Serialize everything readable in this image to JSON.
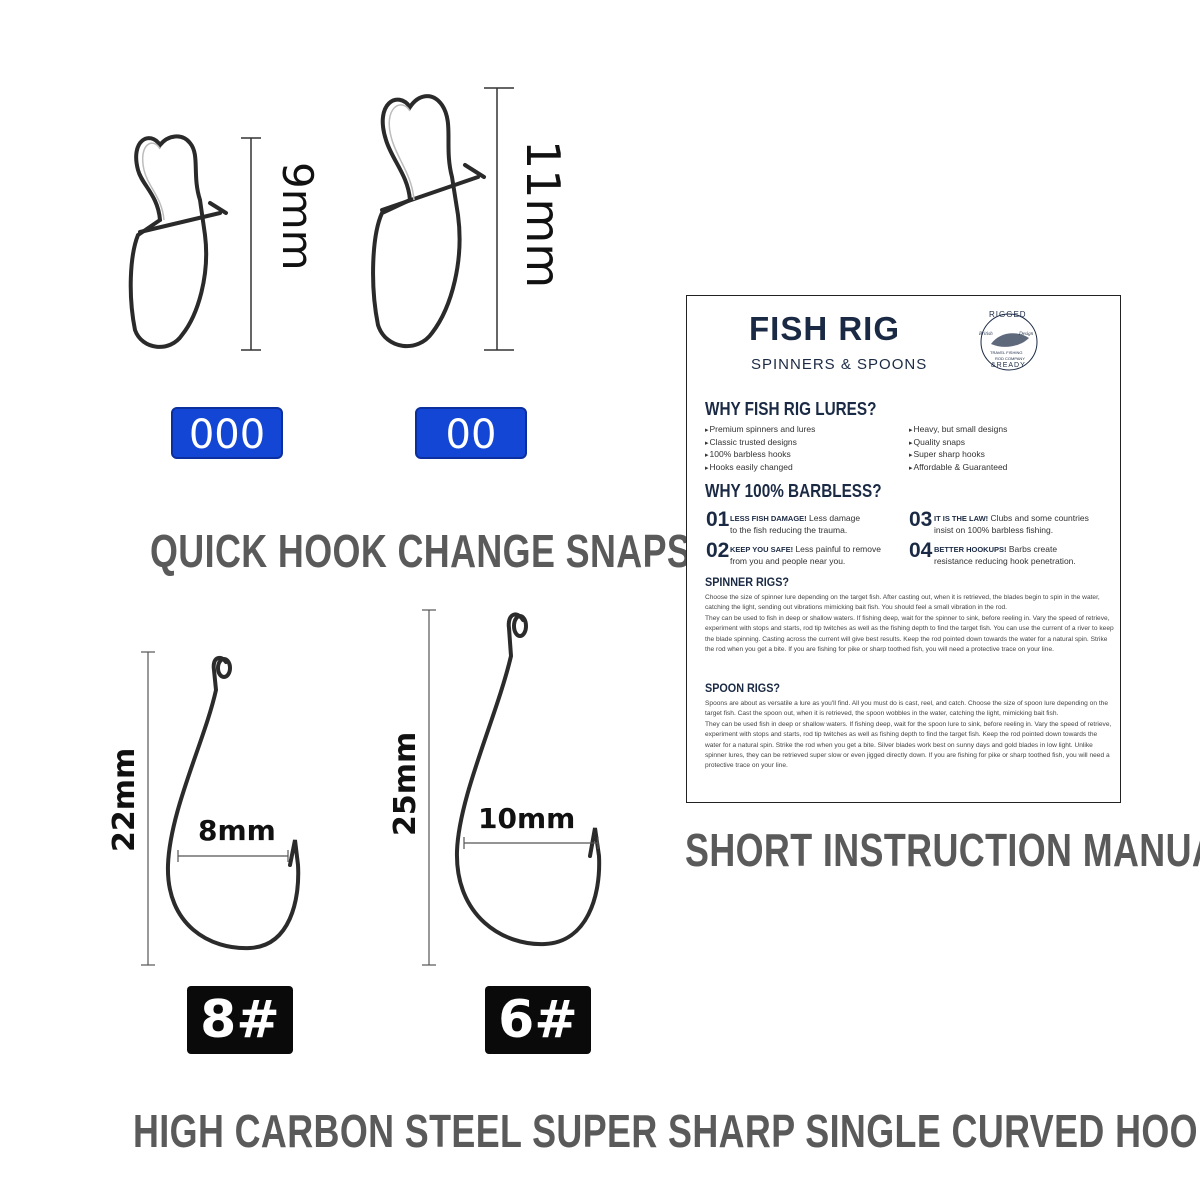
{
  "snaps": {
    "small": {
      "dimension": "9mm",
      "size_label": "000"
    },
    "large": {
      "dimension": "11mm",
      "size_label": "00"
    },
    "caption": "QUICK HOOK CHANGE SNAPS"
  },
  "hooks": {
    "small": {
      "length": "22mm",
      "gap": "8mm",
      "size_label": "8#"
    },
    "large": {
      "length": "25mm",
      "gap": "10mm",
      "size_label": "6#"
    },
    "caption": "HIGH CARBON STEEL SUPER SHARP SINGLE CURVED HOOKS"
  },
  "manual": {
    "caption": "SHORT INSTRUCTION MANUAL",
    "brand": "FISH RIG",
    "tagline": "SPINNERS & SPOONS",
    "seal": {
      "top": "RIGGED",
      "mid_left": "British",
      "mid_right": "Design",
      "lower1": "TRAVEL FISHING",
      "lower2": "ROD COMPANY",
      "bottom": "&READY"
    },
    "why_title": "WHY FISH RIG LURES?",
    "why_left": [
      "Premium spinners and lures",
      "Classic trusted designs",
      "100% barbless hooks",
      "Hooks easily changed"
    ],
    "why_right": [
      "Heavy, but small designs",
      "Quality snaps",
      "Super sharp hooks",
      "Affordable & Guaranteed"
    ],
    "barbless_title": "WHY 100% BARBLESS?",
    "barbless": [
      {
        "num": "01",
        "head": "LESS FISH DAMAGE!",
        "text": "Less damage",
        "text2": "to the fish reducing the trauma."
      },
      {
        "num": "03",
        "head": "IT IS THE LAW!",
        "text": "Clubs and some countries",
        "text2": "insist on 100% barbless fishing."
      },
      {
        "num": "02",
        "head": "KEEP YOU SAFE!",
        "text": "Less painful to remove",
        "text2": "from you and people near you."
      },
      {
        "num": "04",
        "head": "BETTER HOOKUPS!",
        "text": "Barbs create",
        "text2": "resistance reducing hook penetration."
      }
    ],
    "spinner_title": "SPINNER RIGS?",
    "spinner_p1": "Choose the size of spinner lure depending on the target fish. After casting out, when it is retrieved, the blades begin to spin in the water, catching the light, sending out vibrations mimicking bait fish. You should feel a small vibration in the rod.",
    "spinner_p2": "They can be used to fish in deep or shallow waters. If fishing deep, wait for the spinner to sink, before reeling in. Vary the speed of retrieve, experiment with stops and starts, rod tip twitches as well as the fishing depth to find the target fish. You can use the current of a river to keep the blade spinning. Casting across the current will give best results. Keep the rod pointed down towards the water for a natural spin. Strike the rod when you get a bite. If you are fishing for pike or sharp toothed fish, you will need a protective trace on your line.",
    "spoon_title": "SPOON RIGS?",
    "spoon_p1": "Spoons are about as versatile a lure as you'll find. All you must do is cast, reel, and catch. Choose the size of spoon lure depending on the target fish. Cast the spoon out, when it is retrieved, the spoon wobbles in the water, catching the light, mimicking bait fish.",
    "spoon_p2": "They can be used fish in deep or shallow waters. If fishing deep, wait for the spoon lure to sink, before reeling in. Vary the speed of retrieve, experiment with stops and starts, rod tip twitches as well as fishing depth to find the target fish. Keep the rod pointed down towards the water for a natural spin. Strike the rod when you get a bite. Silver blades work best on sunny days and gold blades in low light. Unlike spinner lures, they can be retrieved super slow or even jigged directly down. If you are fishing for pike or sharp toothed fish, you will need a protective trace on your line."
  },
  "colors": {
    "badge_blue": "#1446d6",
    "badge_black": "#0a0a0a",
    "brand_navy": "#1b2a44",
    "caption_gray": "#5a5a5a"
  }
}
